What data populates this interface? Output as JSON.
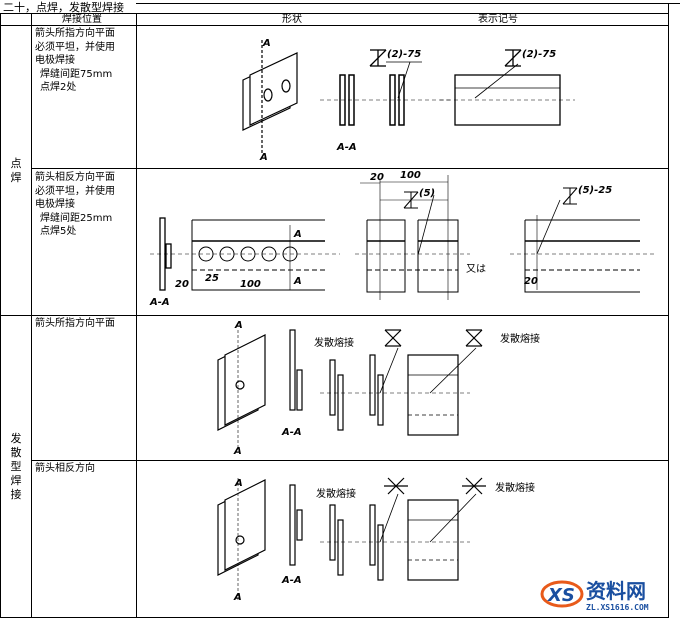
{
  "title": "二十，点焊，发散型焊接",
  "header": {
    "position": "焊接位置",
    "shape": "形状",
    "symbol": "表示记号"
  },
  "groups": [
    {
      "category": "点焊",
      "rows": [
        {
          "position_lines": [
            "箭头所指方向平面",
            "必须平坦，并使用",
            "电极焊接",
            " 焊缝间距75mm",
            " 点焊2处"
          ]
        },
        {
          "position_lines": [
            "箭头相反方向平面",
            "必须平坦，并使用",
            "电极焊接",
            " 焊缝间距25mm",
            " 点焊5处"
          ]
        }
      ]
    },
    {
      "category": "发散型焊接",
      "rows": [
        {
          "position_lines": [
            "箭头所指方向平面"
          ]
        },
        {
          "position_lines": [
            "箭头相反方向"
          ]
        }
      ]
    }
  ],
  "drawing_labels": {
    "section_mark": "A",
    "section_view": "A-A",
    "symbol_2_75": "(2)-75",
    "symbol_5": "(5)",
    "symbol_5_25": "(5)-25",
    "dim_20": "20",
    "dim_25": "25",
    "dim_100": "100",
    "or_label": "又は",
    "diffusion_weld": "发散熔接"
  },
  "watermark": {
    "brand": "资料网",
    "url": "ZL.XS1616.COM",
    "mark": "XS"
  }
}
